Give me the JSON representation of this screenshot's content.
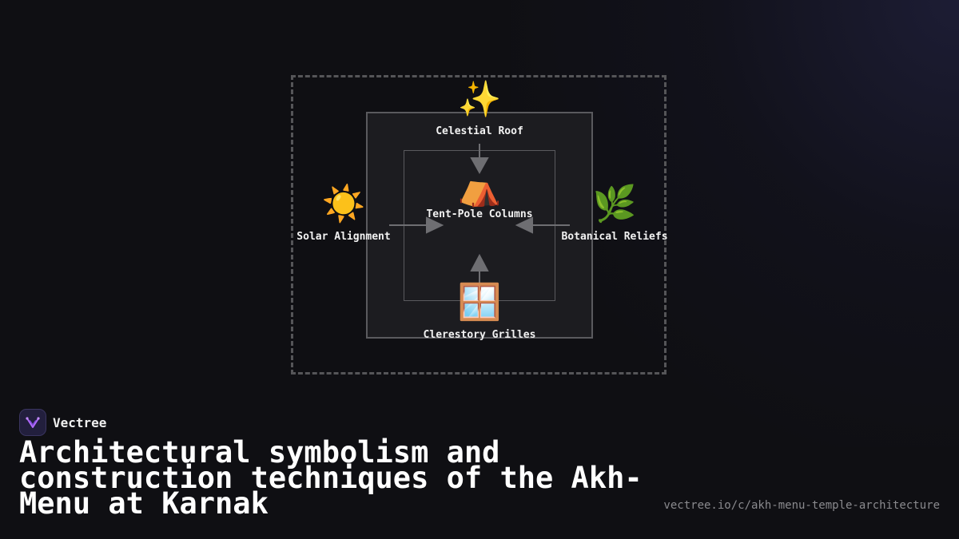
{
  "diagram": {
    "nodes": [
      {
        "id": "roof",
        "icon": "✨",
        "icon_name": "sparkles-icon",
        "label": "Celestial Roof"
      },
      {
        "id": "columns",
        "icon": "⛺",
        "icon_name": "tent-icon",
        "label": "Tent-Pole Columns"
      },
      {
        "id": "solar",
        "icon": "☀️",
        "icon_name": "sun-icon",
        "label": "Solar Alignment"
      },
      {
        "id": "botanical",
        "icon": "🌿",
        "icon_name": "herb-icon",
        "label": "Botanical Reliefs"
      },
      {
        "id": "clerestory",
        "icon": "🪟",
        "icon_name": "window-icon",
        "label": "Clerestory Grilles"
      }
    ],
    "edges": [
      {
        "from": "roof",
        "to": "columns"
      },
      {
        "from": "solar",
        "to": "columns"
      },
      {
        "from": "botanical",
        "to": "columns"
      },
      {
        "from": "clerestory",
        "to": "columns"
      }
    ]
  },
  "brand": {
    "name": "Vectree"
  },
  "title": "Architectural symbolism and construction techniques of the Akh-Menu at Karnak",
  "url": "vectree.io/c/akh-menu-temple-architecture",
  "colors": {
    "background": "#0f0f13",
    "box_fill": "#1c1c20",
    "border": "#5a5a5e",
    "arrow": "#6e6e72",
    "logo_accent": "#b36bff"
  }
}
